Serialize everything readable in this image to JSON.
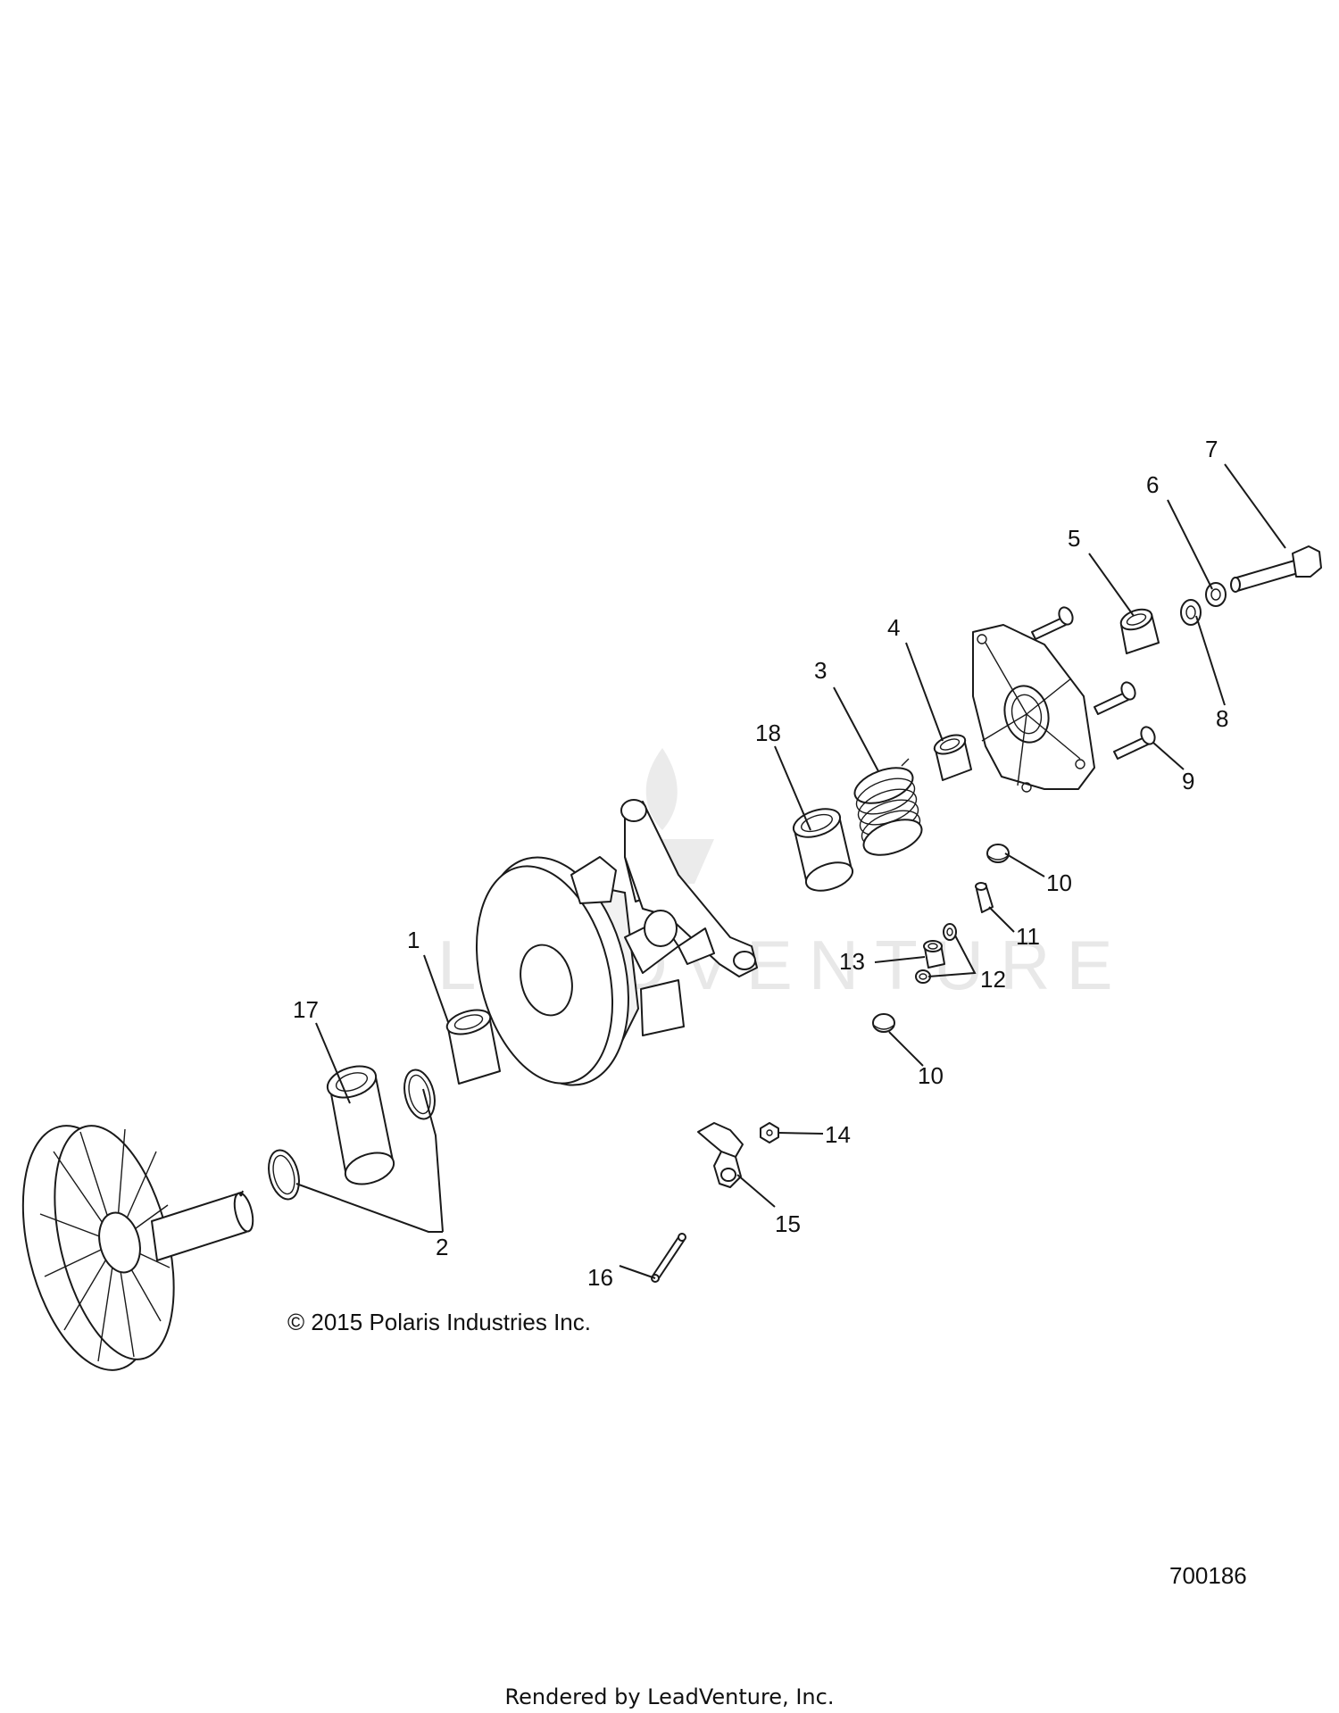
{
  "diagram": {
    "callouts": {
      "c1": "1",
      "c2": "2",
      "c3": "3",
      "c4": "4",
      "c5": "5",
      "c6": "6",
      "c7": "7",
      "c8": "8",
      "c9": "9",
      "c10a": "10",
      "c10b": "10",
      "c11": "11",
      "c12": "12",
      "c13": "13",
      "c14": "14",
      "c15": "15",
      "c16": "16",
      "c17": "17",
      "c18": "18"
    },
    "copyright": "© 2015 Polaris Industries Inc.",
    "diagram_number": "700186",
    "footer": "Rendered by LeadVenture, Inc.",
    "watermark": "LEADVENTURE"
  }
}
